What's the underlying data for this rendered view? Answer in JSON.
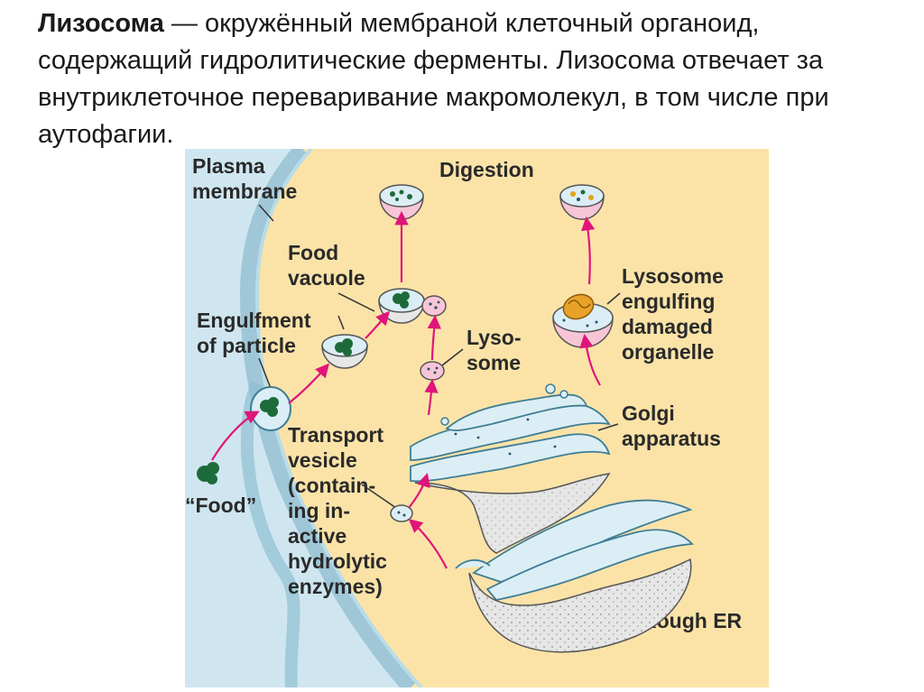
{
  "intro": {
    "term": "Лизосома",
    "text": " — окружённый мембраной клеточный органоид, содержащий гидролитические ферменты. Лизосома отвечает за внутриклеточное переваривание макромолекул, в том числе при аутофагии."
  },
  "diagram": {
    "labels": {
      "plasma_membrane": [
        "Plasma",
        "membrane"
      ],
      "digestion": "Digestion",
      "food_vacuole": [
        "Food",
        "vacuole"
      ],
      "engulfment": [
        "Engulfment",
        "of particle"
      ],
      "lysosome": [
        "Lyso-",
        "some"
      ],
      "lysosome_engulfing": [
        "Lysosome",
        "engulfing",
        "damaged",
        "organelle"
      ],
      "golgi": [
        "Golgi",
        "apparatus"
      ],
      "transport_vesicle": [
        "Transport",
        "vesicle",
        "(contain-",
        "ing in-",
        "active",
        "hydrolytic",
        "enzymes)"
      ],
      "food": "“Food”",
      "rough_er": "Rough ER"
    },
    "colors": {
      "cytoplasm": "#fbe3a8",
      "exterior": "#cfe6f0",
      "membrane_edge": "#9fc7d8",
      "organelle_blue": "#dbeef5",
      "organelle_stroke": "#3f7d95",
      "er_gray": "#e6e6e6",
      "vesicle_pink": "#f7c6d6",
      "arrow": "#e0157a",
      "food_green": "#1d6b3a"
    }
  }
}
